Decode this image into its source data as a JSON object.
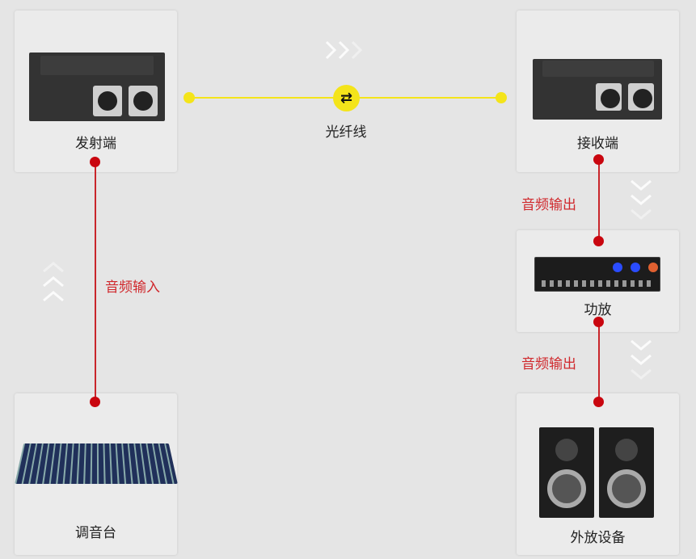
{
  "nodes": {
    "transmitter": "发射端",
    "receiver": "接收端",
    "amplifier": "功放",
    "mixer": "调音台",
    "speakers": "外放设备"
  },
  "links": {
    "fiber": "光纤线",
    "audio_in": "音频输入",
    "audio_out_1": "音频输出",
    "audio_out_2": "音频输出"
  },
  "colors": {
    "fiber": "#f4e41a",
    "audio": "#c9262b",
    "background": "#e5e5e5"
  }
}
